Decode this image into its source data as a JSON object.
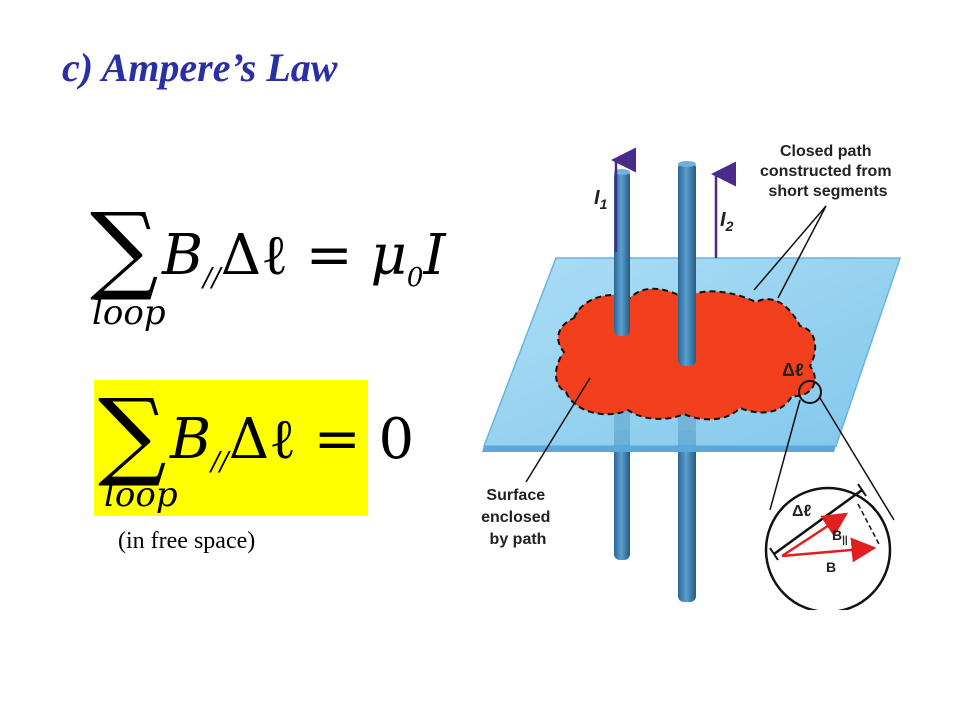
{
  "title": "c) Ampere’s Law",
  "equation_general": {
    "sum_symbol": "∑",
    "subscript": "loop",
    "lhs_B": "B",
    "lhs_par": "//",
    "lhs_delta": "Δℓ",
    "equals": " = ",
    "rhs_mu": "μ",
    "rhs_mu_sub": "0",
    "rhs_I": "I"
  },
  "equation_free_space": {
    "sum_symbol": "∑",
    "subscript": "loop",
    "lhs_B": "B",
    "lhs_par": "//",
    "lhs_delta": "Δℓ",
    "equals": " = ",
    "rhs": "0"
  },
  "note": "(in free space)",
  "diagram": {
    "current_1": "I",
    "current_1_sub": "1",
    "current_2": "I",
    "current_2_sub": "2",
    "path_label": [
      "Closed path",
      "constructed from",
      "short segments"
    ],
    "surface_label": [
      "Surface",
      "enclosed",
      "by path"
    ],
    "segment_label": "Δℓ",
    "inset_segment_label": "Δℓ",
    "inset_B_par": "B",
    "inset_B_par_sub": "||",
    "inset_B": "B",
    "colors": {
      "plane": "#8fd0f2",
      "surface": "#f2401e",
      "wire": "#3f83b5",
      "arrow_current": "#4a2a8a",
      "vector": "#e02020"
    }
  }
}
